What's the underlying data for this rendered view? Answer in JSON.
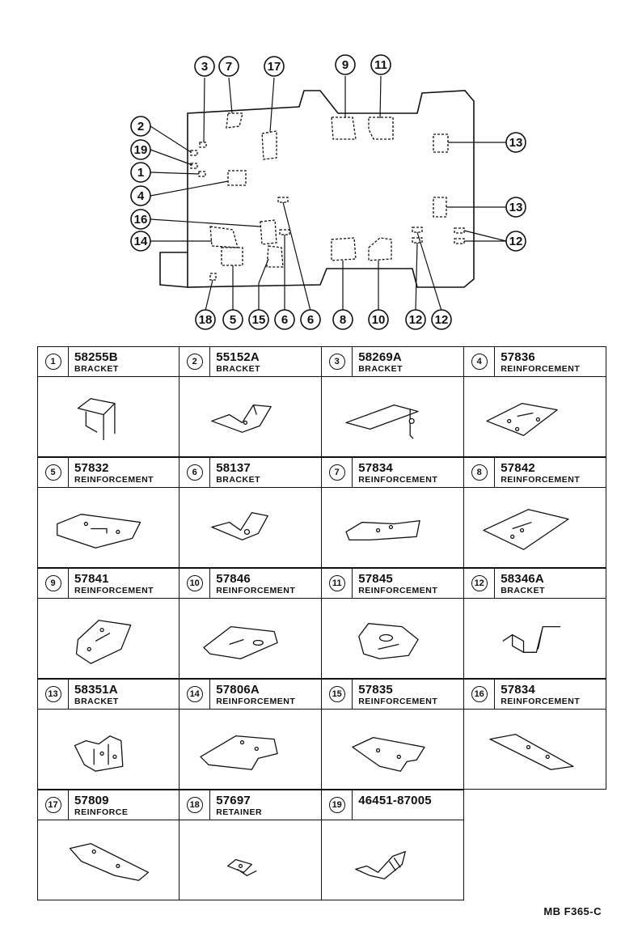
{
  "diagram_callouts": [
    "3",
    "7",
    "17",
    "9",
    "11",
    "2",
    "19",
    "1",
    "4",
    "16",
    "14",
    "13",
    "13",
    "12",
    "18",
    "5",
    "15",
    "6",
    "6",
    "8",
    "10",
    "12",
    "12"
  ],
  "parts": [
    {
      "n": "1",
      "part_no": "58255B",
      "name": "BRACKET"
    },
    {
      "n": "2",
      "part_no": "55152A",
      "name": "BRACKET"
    },
    {
      "n": "3",
      "part_no": "58269A",
      "name": "BRACKET"
    },
    {
      "n": "4",
      "part_no": "57836",
      "name": "REINFORCEMENT"
    },
    {
      "n": "5",
      "part_no": "57832",
      "name": "REINFORCEMENT"
    },
    {
      "n": "6",
      "part_no": "58137",
      "name": "BRACKET"
    },
    {
      "n": "7",
      "part_no": "57834",
      "name": "REINFORCEMENT"
    },
    {
      "n": "8",
      "part_no": "57842",
      "name": "REINFORCEMENT"
    },
    {
      "n": "9",
      "part_no": "57841",
      "name": "REINFORCEMENT"
    },
    {
      "n": "10",
      "part_no": "57846",
      "name": "REINFORCEMENT"
    },
    {
      "n": "11",
      "part_no": "57845",
      "name": "REINFORCEMENT"
    },
    {
      "n": "12",
      "part_no": "58346A",
      "name": "BRACKET"
    },
    {
      "n": "13",
      "part_no": "58351A",
      "name": "BRACKET"
    },
    {
      "n": "14",
      "part_no": "57806A",
      "name": "REINFORCEMENT"
    },
    {
      "n": "15",
      "part_no": "57835",
      "name": "REINFORCEMENT"
    },
    {
      "n": "16",
      "part_no": "57834",
      "name": "REINFORCEMENT"
    },
    {
      "n": "17",
      "part_no": "57809",
      "name": "REINFORCE"
    },
    {
      "n": "18",
      "part_no": "57697",
      "name": "RETAINER"
    },
    {
      "n": "19",
      "part_no": "46451-87005",
      "name": ""
    }
  ],
  "footer": "MB  F365-C"
}
